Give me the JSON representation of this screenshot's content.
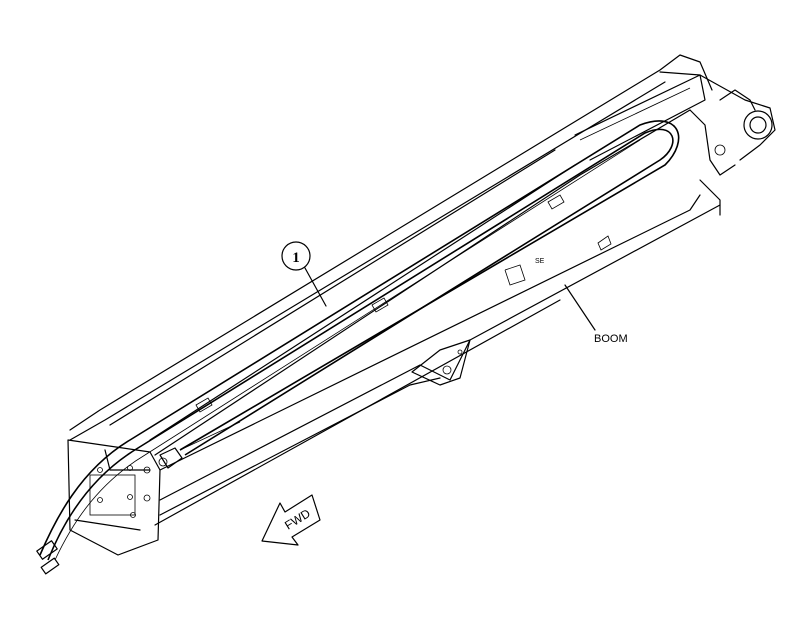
{
  "callout": {
    "number": "1"
  },
  "labels": {
    "boom": "BOOM"
  },
  "direction": {
    "text": "FWD"
  }
}
